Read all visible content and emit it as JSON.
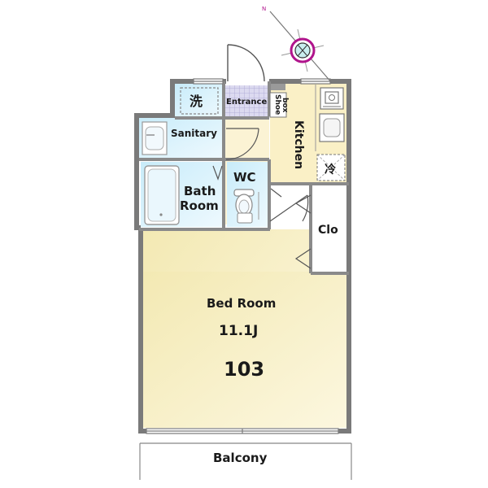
{
  "compass": {
    "north_label": "N",
    "accent_color": "#b0148c"
  },
  "rooms": {
    "laundry_icon_label": "洗",
    "entrance": "Entrance",
    "shoe_box_line1": "Shoe",
    "shoe_box_line2": "box",
    "sanitary": "Sanitary",
    "kitchen": "Kitchen",
    "fridge_icon_label": "冷",
    "bath_line1": "Bath",
    "bath_line2": "Room",
    "wc": "WC",
    "closet": "Clo",
    "bedroom": "Bed Room",
    "area": "11.1J",
    "unit_number": "103",
    "balcony": "Balcony"
  },
  "colors": {
    "wall": "#7a7a7a",
    "bedroom_fill": "#f8f0c6",
    "wet_area_fill": "#d9f1fb",
    "kitchen_fill": "#fbf4d2",
    "entrance_tile": "#c9c6e6"
  }
}
